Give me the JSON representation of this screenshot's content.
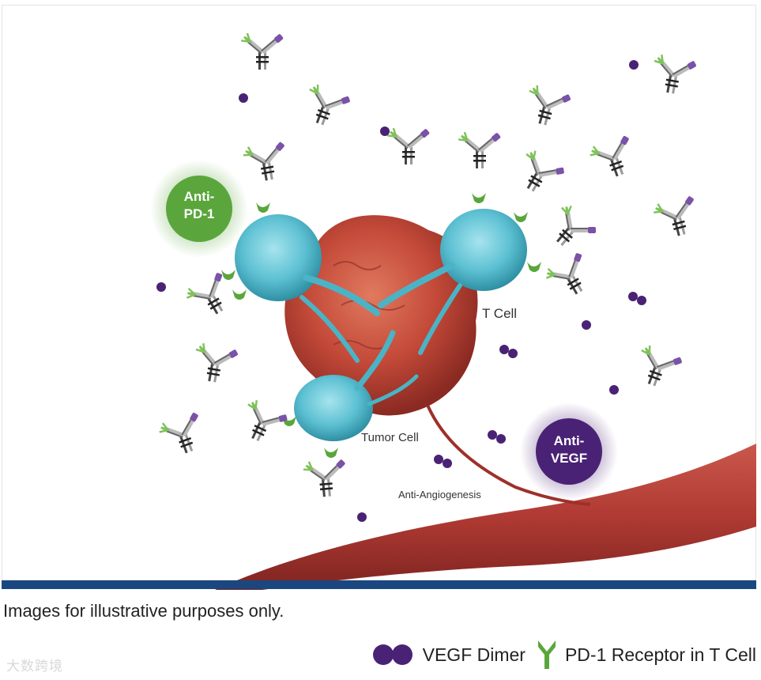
{
  "diagram": {
    "badge_pd1": "Anti-\nPD-1",
    "badge_vegf": "Anti-\nVEGF",
    "label_tcell": "T Cell",
    "label_tumor": "Tumor Cell",
    "label_angio": "Anti-Angiogenesis"
  },
  "caption": "Images for illustrative purposes only.",
  "legend": {
    "vegf_label": "VEGF Dimer",
    "pd1_label": "PD-1 Receptor in T Cell"
  },
  "watermark": "大数跨境",
  "colors": {
    "pd1_green": "#5aa63c",
    "vegf_purple": "#4a2275",
    "tcell_cyan": "#4bb3c6",
    "tumor_red": "#c44a39",
    "vessel_red": "#b33a33",
    "bar_blue": "#1a4780"
  }
}
